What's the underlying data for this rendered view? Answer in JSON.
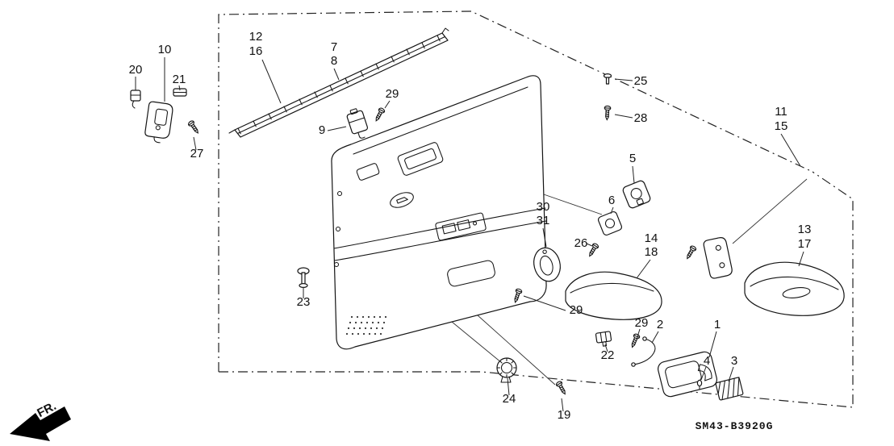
{
  "diagram": {
    "code": "SM43-B3920G",
    "direction_indicator": "FR."
  },
  "labels": [
    {
      "text": "12"
    },
    {
      "text": "16"
    },
    {
      "text": "7"
    },
    {
      "text": "8"
    },
    {
      "text": "10"
    },
    {
      "text": "20"
    },
    {
      "text": "21"
    },
    {
      "text": "27"
    },
    {
      "text": "9"
    },
    {
      "text": "29"
    },
    {
      "text": "25"
    },
    {
      "text": "28"
    },
    {
      "text": "11"
    },
    {
      "text": "15"
    },
    {
      "text": "5"
    },
    {
      "text": "6"
    },
    {
      "text": "30"
    },
    {
      "text": "31"
    },
    {
      "text": "26"
    },
    {
      "text": "14"
    },
    {
      "text": "18"
    },
    {
      "text": "13"
    },
    {
      "text": "17"
    },
    {
      "text": "23"
    },
    {
      "text": "29"
    },
    {
      "text": "29"
    },
    {
      "text": "2"
    },
    {
      "text": "22"
    },
    {
      "text": "1"
    },
    {
      "text": "4"
    },
    {
      "text": "3"
    },
    {
      "text": "24"
    },
    {
      "text": "19"
    }
  ]
}
